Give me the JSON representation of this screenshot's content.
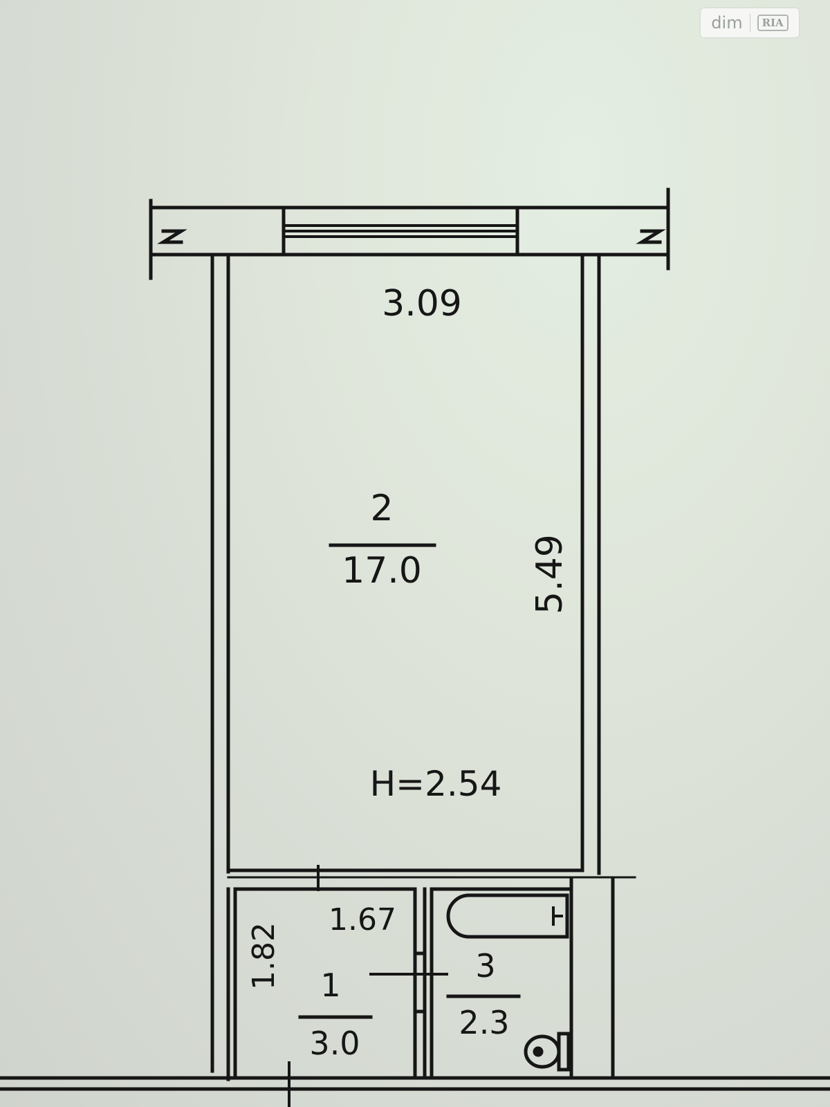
{
  "watermark": {
    "text": "dim",
    "badge": "RIA"
  },
  "rooms": [
    {
      "number": "2",
      "area": "17.0",
      "width": "3.09",
      "length": "5.49",
      "height": "H=2.54"
    },
    {
      "number": "1",
      "area": "3.0",
      "width": "1.67",
      "length": "1.82"
    },
    {
      "number": "3",
      "area": "2.3"
    }
  ],
  "colors": {
    "ink": "#161616",
    "paper": "#dfe5da"
  }
}
